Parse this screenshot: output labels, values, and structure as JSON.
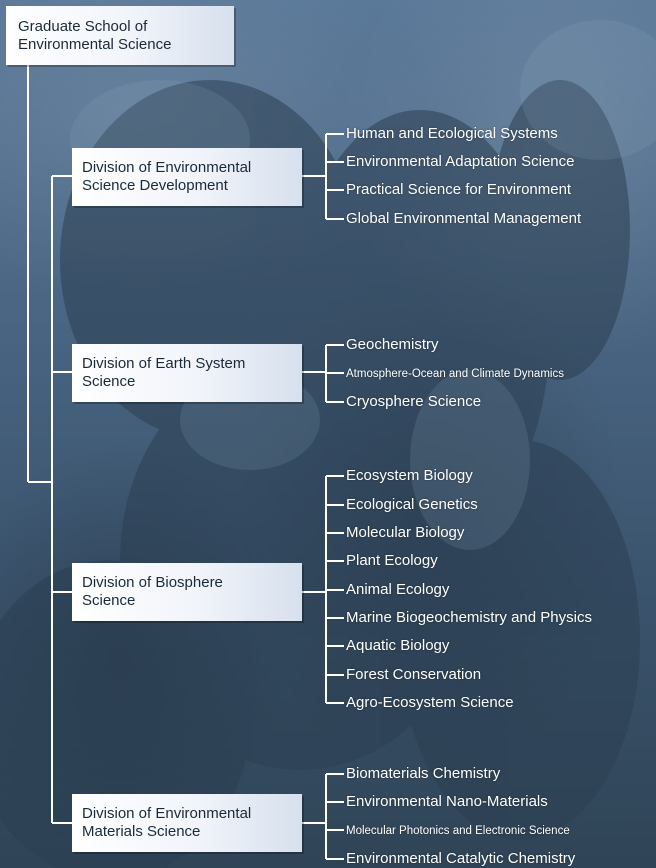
{
  "root": {
    "line1": "Graduate School of",
    "line2": "Environmental Science"
  },
  "divisions": [
    {
      "line1": "Division of Environmental",
      "line2": "Science Development",
      "children": [
        "Human and Ecological Systems",
        "Environmental Adaptation Science",
        "Practical Science for Environment",
        "Global Environmental Management"
      ]
    },
    {
      "line1": "Division of Earth System",
      "line2": "Science",
      "children": [
        "Geochemistry",
        "Atmosphere-Ocean and Climate Dynamics",
        "Cryosphere Science"
      ]
    },
    {
      "line1": "Division of Biosphere",
      "line2": "Science",
      "children": [
        "Ecosystem Biology",
        "Ecological Genetics",
        "Molecular Biology",
        "Plant Ecology",
        "Animal Ecology",
        "Marine Biogeochemistry and Physics",
        "Aquatic Biology",
        "Forest Conservation",
        "Agro-Ecosystem Science"
      ]
    },
    {
      "line1": "Division of Environmental",
      "line2": "Materials Science",
      "children": [
        "Biomaterials Chemistry",
        "Environmental Nano-Materials",
        "Molecular Photonics and Electronic Science",
        "Environmental Catalytic Chemistry"
      ]
    }
  ],
  "colors": {
    "line": "#ffffff",
    "box_text": "#1a2a3a",
    "background": "#4f6a86"
  }
}
